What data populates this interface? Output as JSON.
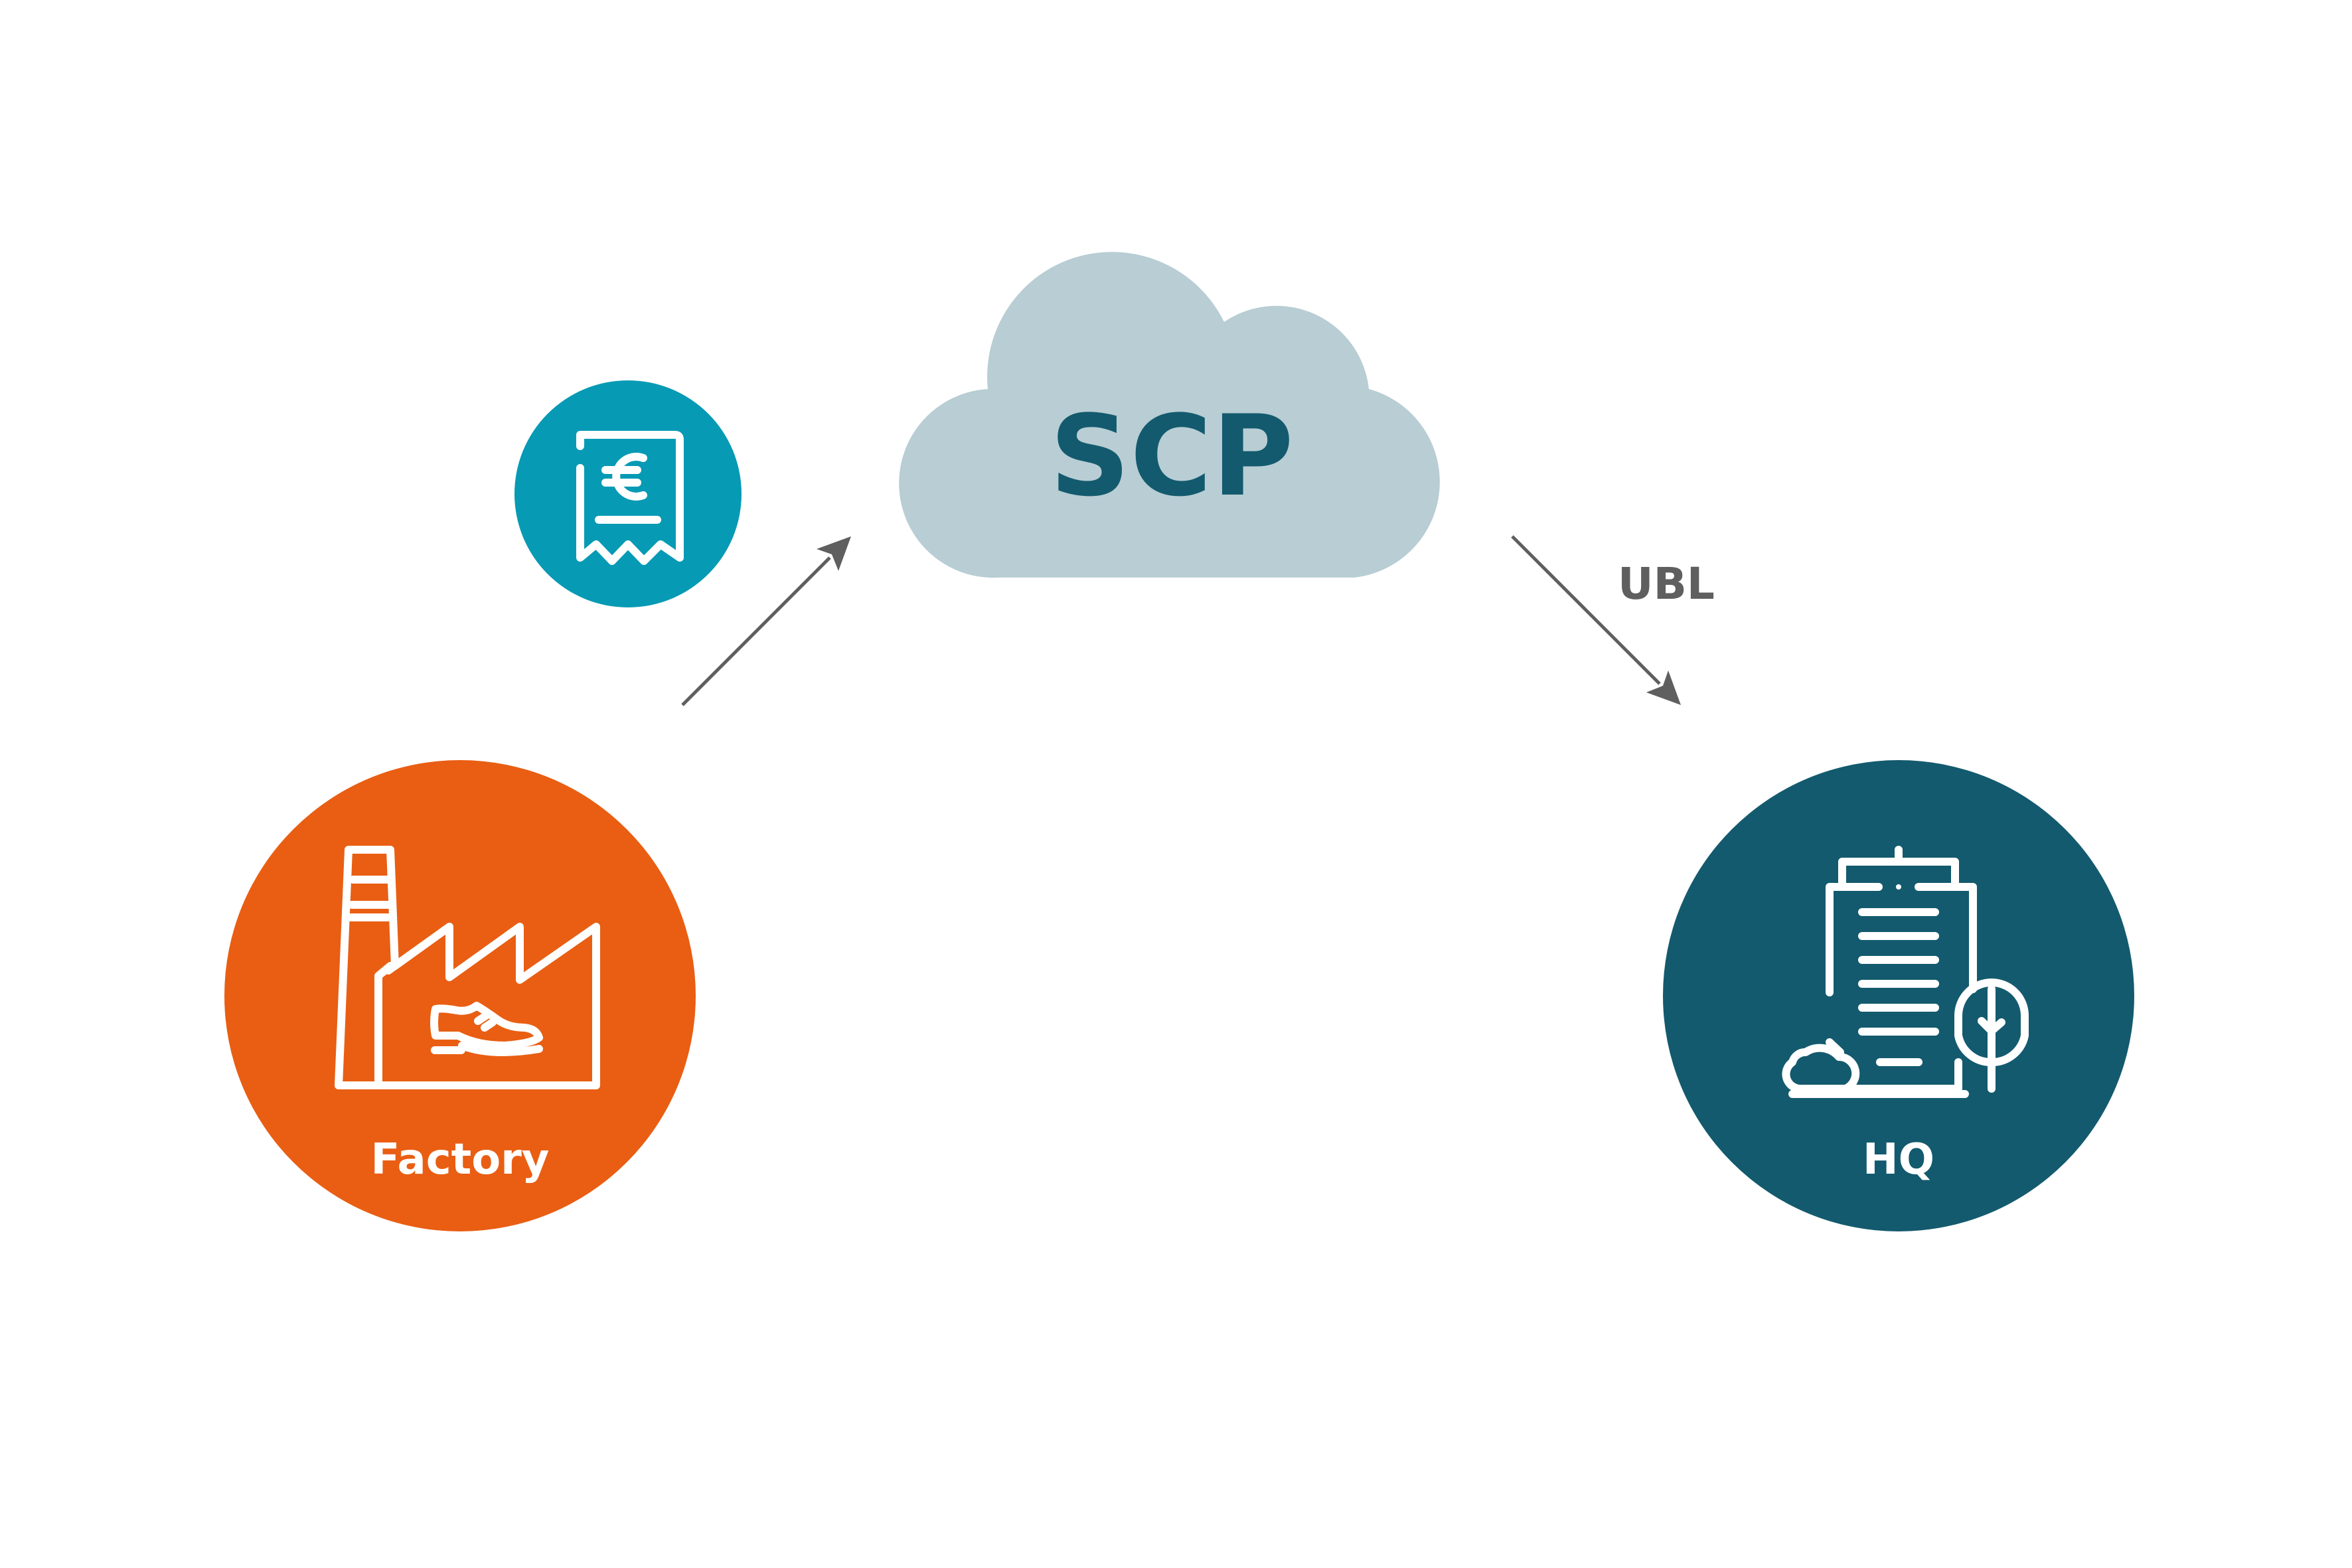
{
  "nodes": {
    "factory": {
      "label": "Factory",
      "color": "#e95e13"
    },
    "cloud": {
      "label": "SCP",
      "color": "#b8cdd4",
      "text_color": "#135a6e"
    },
    "hq": {
      "label": "HQ",
      "color": "#135a6e"
    },
    "invoice": {
      "color": "#079ab4"
    }
  },
  "edges": {
    "cloud_to_hq": {
      "label": "UBL"
    }
  },
  "colors": {
    "arrow": "#5f5f5f",
    "edge_label": "#5f5f5f",
    "icon_stroke": "#ffffff"
  }
}
